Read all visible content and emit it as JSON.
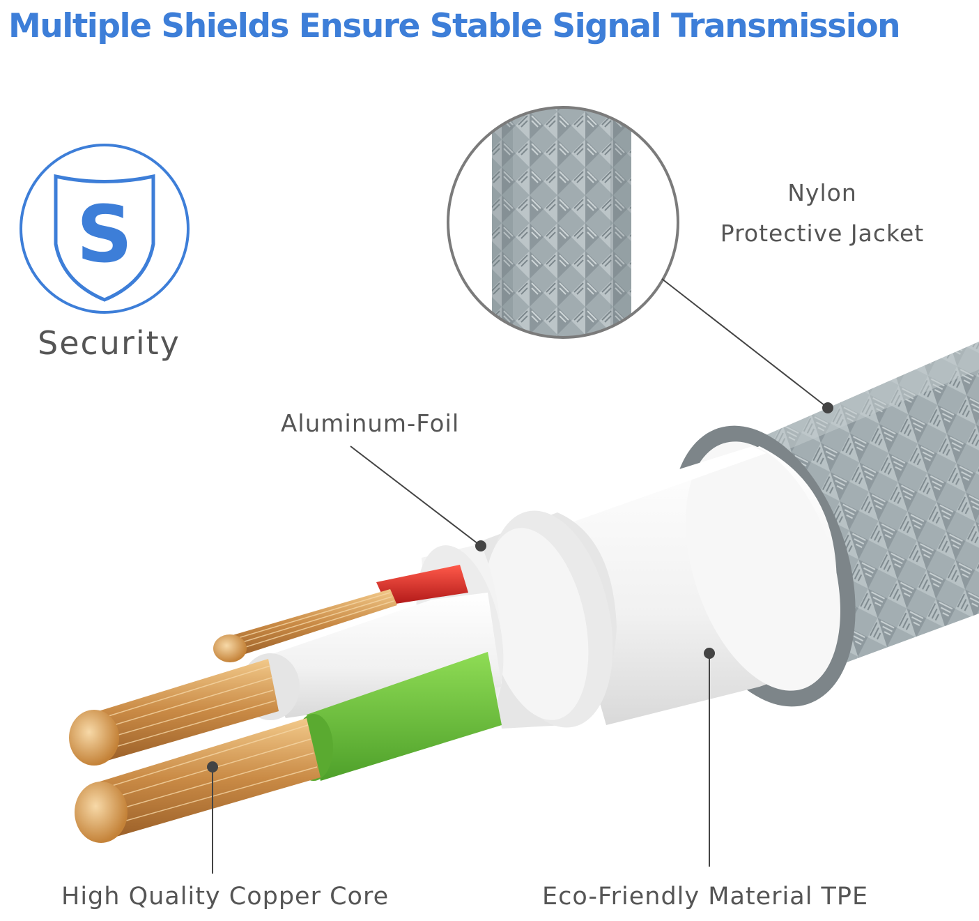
{
  "title": "Multiple Shields Ensure Stable Signal Transmission",
  "badge": {
    "letter": "S",
    "caption": "Security"
  },
  "callouts": {
    "nylon_line1": "Nylon",
    "nylon_line2": "Protective Jacket",
    "aluminum": "Aluminum-Foil",
    "copper": "High Quality Copper Core",
    "tpe": "Eco-Friendly Material TPE"
  },
  "colors": {
    "accent": "#3d7ed8",
    "text": "#555555",
    "braid": "#9aa6ab",
    "wire_red": "#d32020",
    "wire_green": "#6cc23a",
    "copper": "#d99a55"
  }
}
